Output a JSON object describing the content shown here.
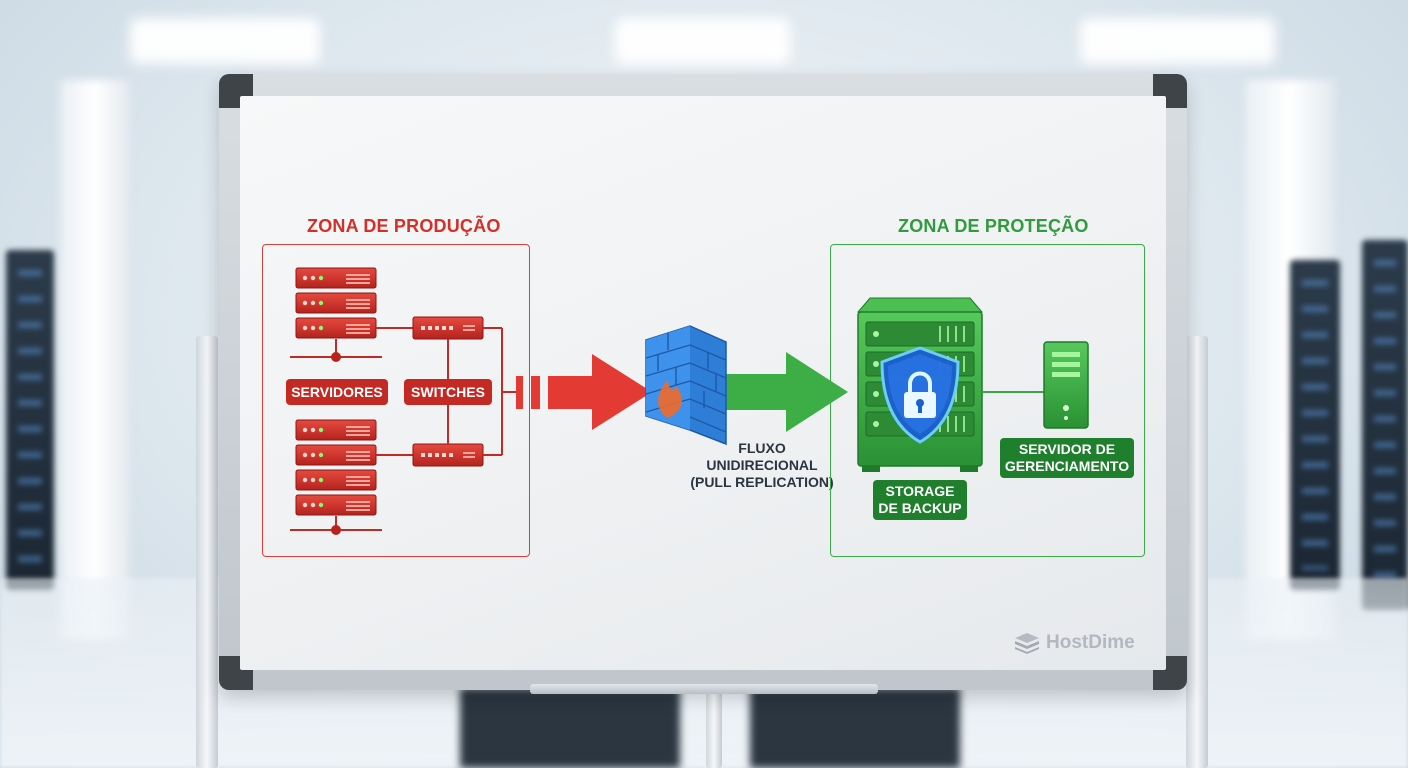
{
  "production_zone": {
    "title": "ZONA DE PRODUÇÃO",
    "servers_label": "SERVIDORES",
    "switches_label": "SWITCHES",
    "color": "#d2312a"
  },
  "protection_zone": {
    "title": "ZONA DE PROTEÇÃO",
    "storage_label": "STORAGE\nDE BACKUP",
    "management_label": "SERVIDOR DE\nGERENCIAMENTO",
    "color": "#2f9b3c"
  },
  "flow": {
    "label": "FLUXO\nUNIDIRECIONAL\n(PULL REPLICATION)"
  },
  "brand": {
    "name": "HostDime"
  },
  "icons": [
    "server-rack-icon",
    "network-switch-icon",
    "firewall-icon",
    "shield-lock-icon",
    "storage-array-icon",
    "management-server-icon",
    "hostdime-logo-icon"
  ]
}
